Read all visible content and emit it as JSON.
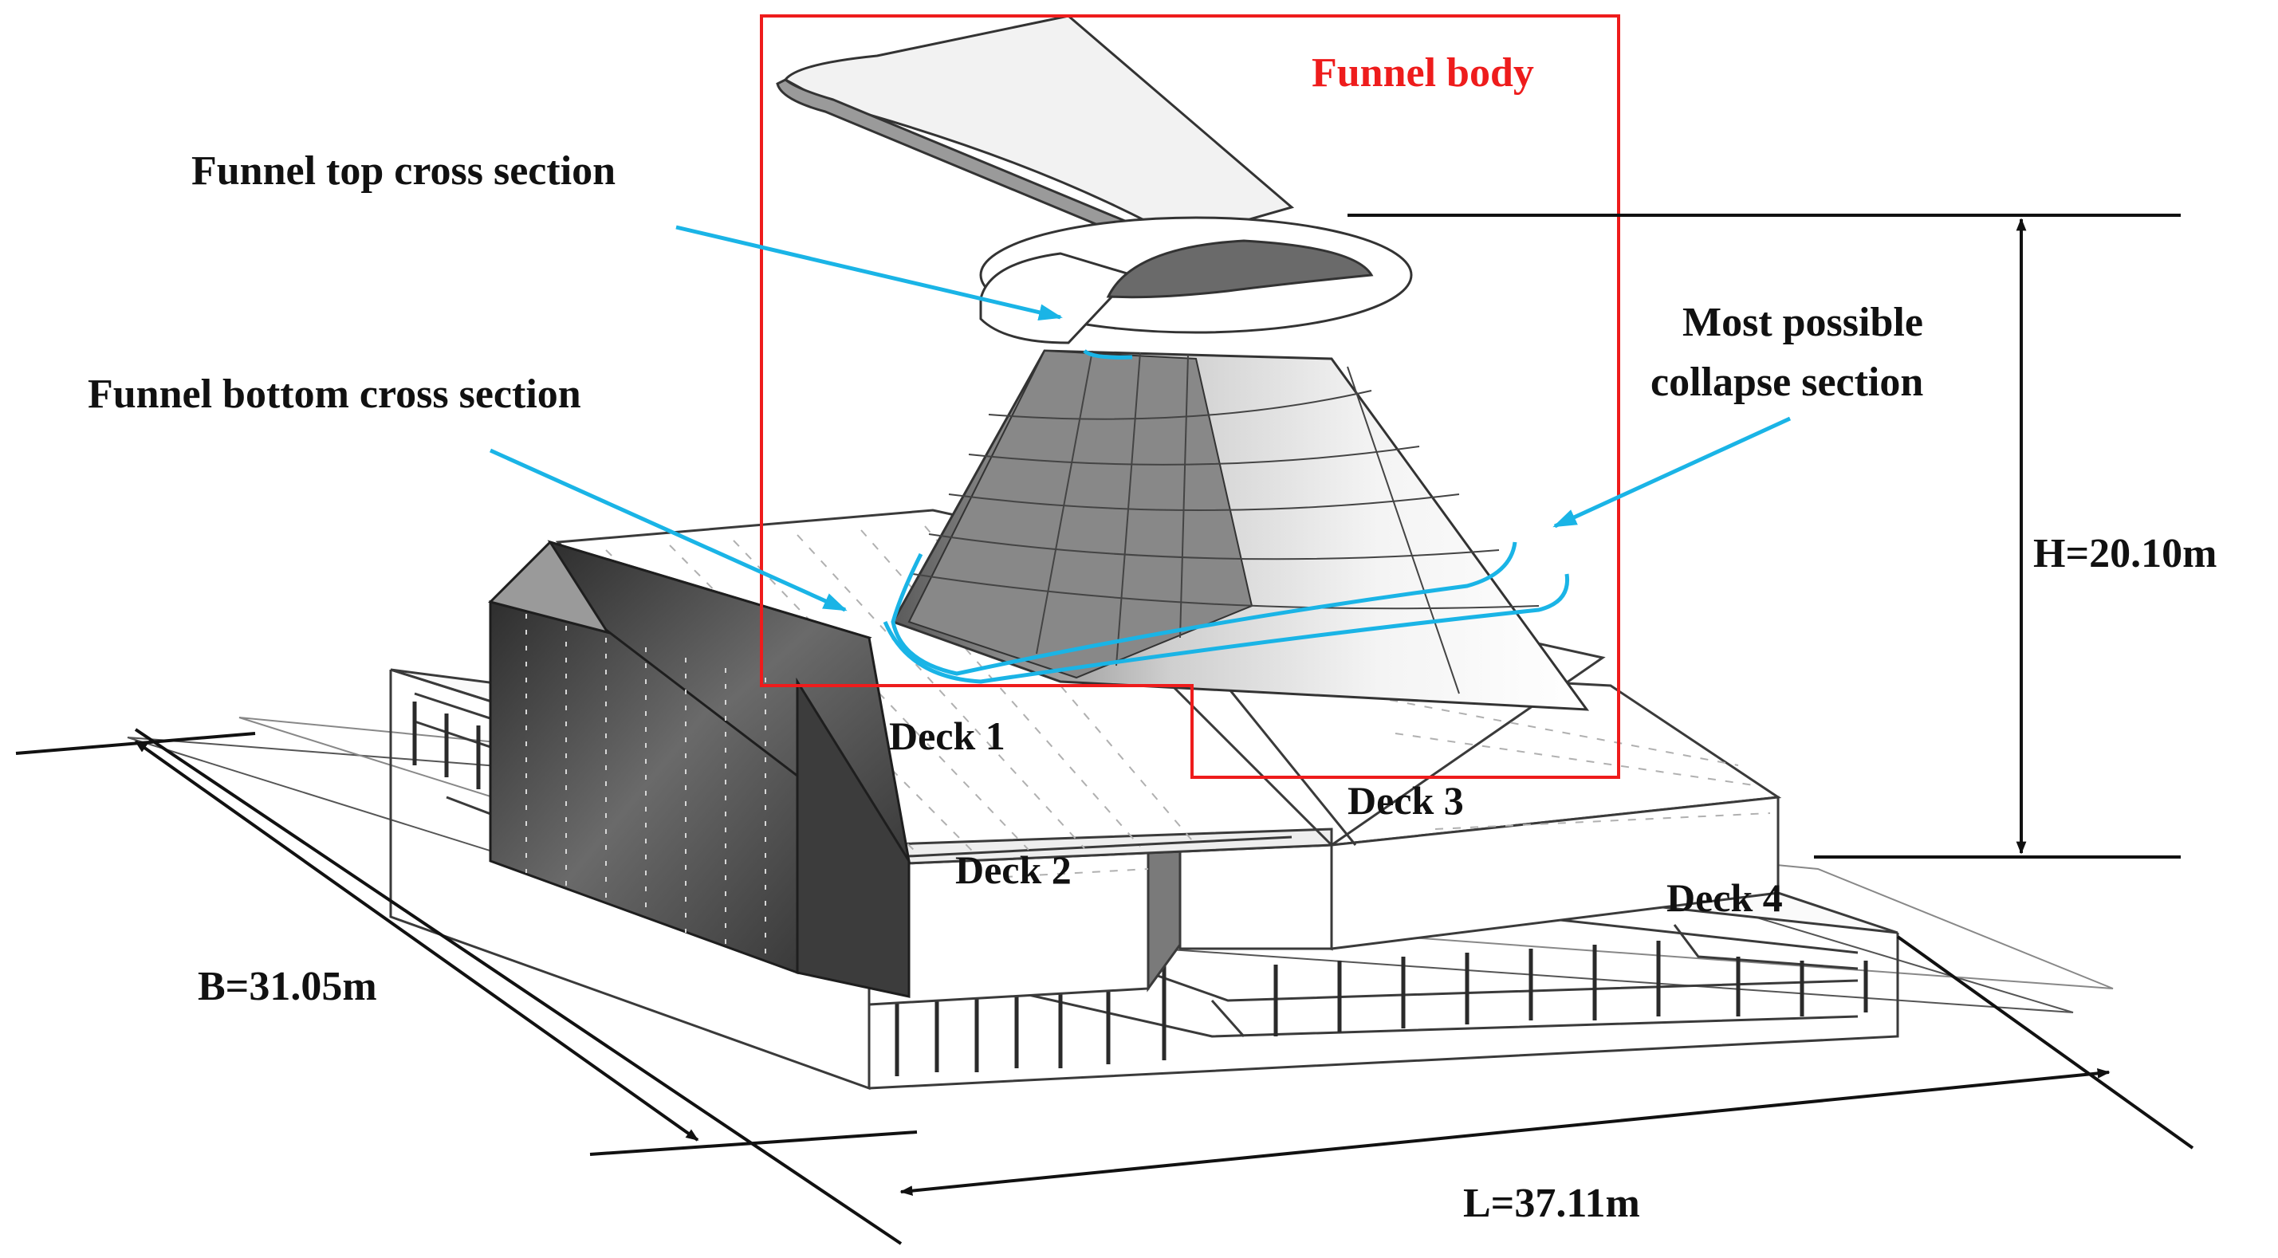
{
  "colors": {
    "highlight_box": "#ee1c1c",
    "leader_arrow": "#1ab4e6",
    "section_curve": "#1ab4e6",
    "dimension_line": "#111111",
    "structure_line": "#3a3a3a",
    "panel_dark": "#4a4a4a",
    "label_text": "#111111"
  },
  "labels": {
    "funnel_body": "Funnel body",
    "funnel_top_cross_section": "Funnel top cross section",
    "funnel_bottom_cross_section": "Funnel bottom cross section",
    "most_possible_collapse_line1": "Most possible",
    "most_possible_collapse_line2": "collapse section",
    "deck_1": "Deck 1",
    "deck_2": "Deck 2",
    "deck_3": "Deck 3",
    "deck_4": "Deck 4"
  },
  "dimensions": {
    "height": "H=20.10m",
    "breadth": "B=31.05m",
    "length": "L=37.11m"
  }
}
